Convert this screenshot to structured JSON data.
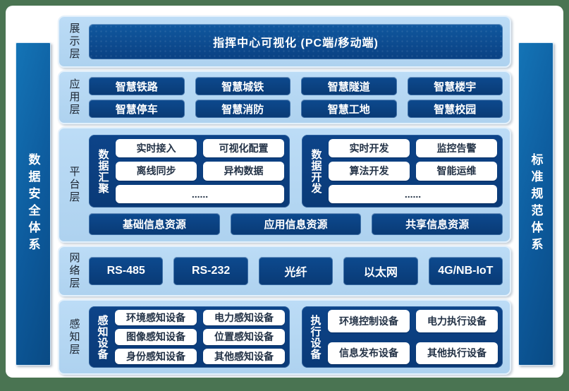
{
  "palette": {
    "matte_green": "#4a7452",
    "canvas_white": "#ffffff",
    "layer_container_blue": "#b5d8f3",
    "block_navy": "#0a3f80",
    "banner_blue": "#0c4f9b",
    "pillar_blue": "#0d5a9c",
    "pill_white": "#ffffff",
    "pill_text": "#233246",
    "layer_label_text": "#1b2430"
  },
  "pillars": {
    "left": "数据安全体系",
    "right": "标准规范体系"
  },
  "layers": [
    {
      "label": "展示层",
      "banner": "指挥中心可视化 (PC端/移动端)"
    },
    {
      "label": "应用层",
      "buttons": [
        "智慧铁路",
        "智慧城铁",
        "智慧隧道",
        "智慧楼宇",
        "智慧停车",
        "智慧消防",
        "智慧工地",
        "智慧校园"
      ]
    },
    {
      "label": "平台层",
      "groups": [
        {
          "label": "数据汇聚",
          "items": [
            "实时接入",
            "可视化配置",
            "离线同步",
            "异构数据",
            "......"
          ]
        },
        {
          "label": "数据开发",
          "items": [
            "实时开发",
            "监控告警",
            "算法开发",
            "智能运维",
            "......"
          ]
        }
      ],
      "resources": [
        "基础信息资源",
        "应用信息资源",
        "共享信息资源"
      ]
    },
    {
      "label": "网络层",
      "buttons": [
        "RS-485",
        "RS-232",
        "光纤",
        "以太网",
        "4G/NB-IoT"
      ]
    },
    {
      "label": "感知层",
      "groups": [
        {
          "label": "感知设备",
          "items": [
            "环境感知设备",
            "电力感知设备",
            "图像感知设备",
            "位置感知设备",
            "身份感知设备",
            "其他感知设备"
          ]
        },
        {
          "label": "执行设备",
          "items": [
            "环境控制设备",
            "电力执行设备",
            "信息发布设备",
            "其他执行设备"
          ]
        }
      ]
    }
  ]
}
